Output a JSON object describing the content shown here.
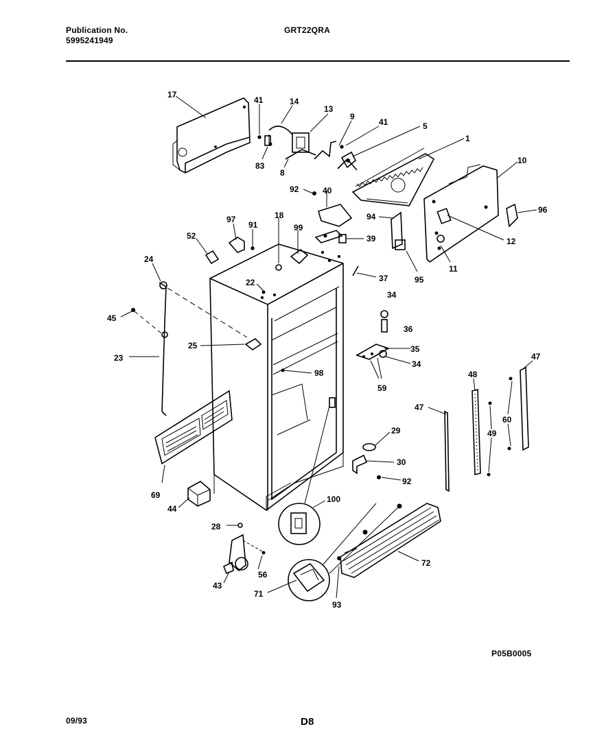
{
  "header": {
    "publication_label": "Publication No.",
    "publication_number": "5995241949",
    "model": "GRT22QRA"
  },
  "footer": {
    "date": "09/93",
    "page": "D8",
    "figure_code": "P05B0005"
  },
  "part_labels": {
    "p17": "17",
    "p41a": "41",
    "p14": "14",
    "p13": "13",
    "p9": "9",
    "p41b": "41",
    "p5": "5",
    "p1": "1",
    "p83": "83",
    "p8": "8",
    "p10": "10",
    "p92a": "92",
    "p40": "40",
    "p96": "96",
    "p94": "94",
    "p97": "97",
    "p91": "91",
    "p18": "18",
    "p52": "52",
    "p99": "99",
    "p39": "39",
    "p12": "12",
    "p24": "24",
    "p11": "11",
    "p95": "95",
    "p37": "37",
    "p22": "22",
    "p45": "45",
    "p34a": "34",
    "p36": "36",
    "p25": "25",
    "p35": "35",
    "p34b": "34",
    "p23": "23",
    "p98": "98",
    "p59": "59",
    "p47a": "47",
    "p48": "48",
    "p47b": "47",
    "p60": "60",
    "p49": "49",
    "p29": "29",
    "p30": "30",
    "p92b": "92",
    "p69": "69",
    "p44": "44",
    "p100": "100",
    "p28": "28",
    "p72": "72",
    "p56": "56",
    "p43": "43",
    "p71": "71",
    "p93": "93"
  }
}
